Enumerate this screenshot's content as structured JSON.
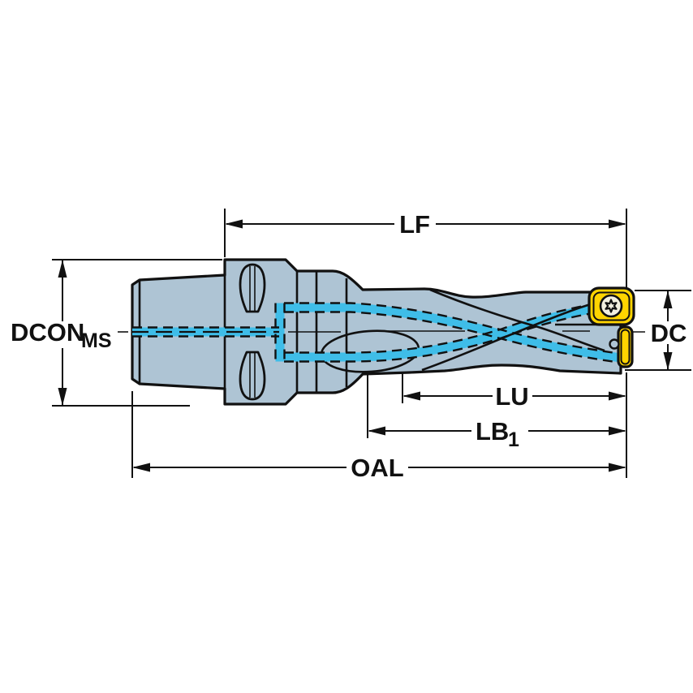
{
  "diagram": {
    "type": "technical-dimension-drawing",
    "subject": "indexable-insert-drill-with-coupling-shank",
    "labels": {
      "lf": "LF",
      "dcon": "DCON",
      "dcon_sub": "MS",
      "dc": "DC",
      "lu": "LU",
      "lb": "LB",
      "lb_sub": "1",
      "oal": "OAL"
    },
    "colors": {
      "bg": "#ffffff",
      "outline": "#111111",
      "body": "#aec4d4",
      "coolant": "#3fbde8",
      "insert": "#ffd400",
      "screw": "#f2efdf"
    }
  }
}
